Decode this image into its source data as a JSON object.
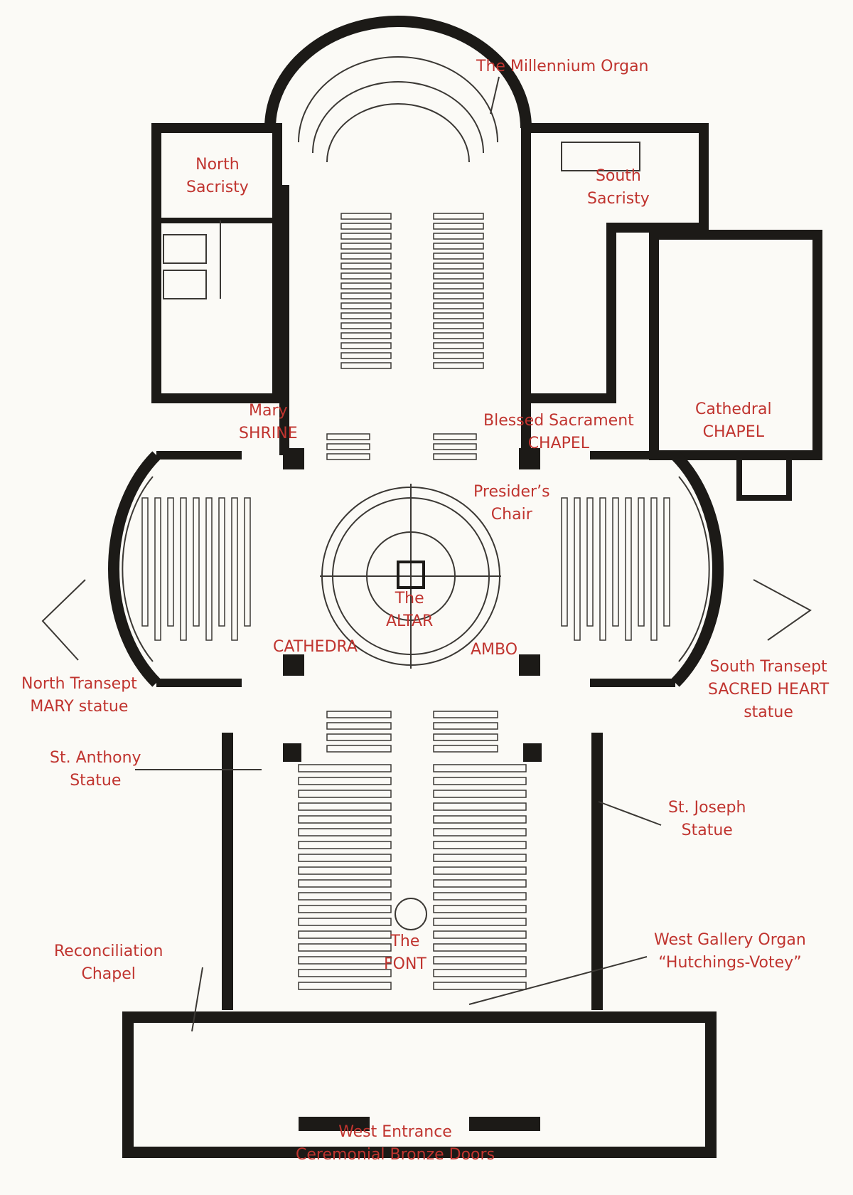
{
  "colors": {
    "label": "#c0342f",
    "wall": "#1c1a17",
    "line": "#3b3834",
    "paper": "#fbfaf6"
  },
  "labels": {
    "millennium_organ": "The Millennium Organ",
    "north_sacristy": [
      "North",
      "Sacristy"
    ],
    "south_sacristy": [
      "South",
      "Sacristy"
    ],
    "mary_shrine": [
      "Mary",
      "SHRINE"
    ],
    "blessed_sacrament": [
      "Blessed Sacrament",
      "CHAPEL"
    ],
    "cathedral_chapel": [
      "Cathedral",
      "CHAPEL"
    ],
    "presiders_chair": [
      "Presider’s",
      "Chair"
    ],
    "altar": [
      "The",
      "ALTAR"
    ],
    "cathedra": "CATHEDRA",
    "ambo": "AMBO",
    "north_transept": [
      "North Transept",
      "MARY statue"
    ],
    "south_transept": [
      "South Transept",
      "SACRED HEART",
      "statue"
    ],
    "st_anthony": [
      "St. Anthony",
      "Statue"
    ],
    "st_joseph": [
      "St. Joseph",
      "Statue"
    ],
    "reconciliation": [
      "Reconciliation",
      "Chapel"
    ],
    "font": [
      "The",
      "FONT"
    ],
    "west_gallery_organ": [
      "West Gallery Organ",
      "“Hutchings-Votey”"
    ],
    "west_entrance": [
      "West Entrance",
      "Ceremonial Bronze Doors"
    ]
  }
}
